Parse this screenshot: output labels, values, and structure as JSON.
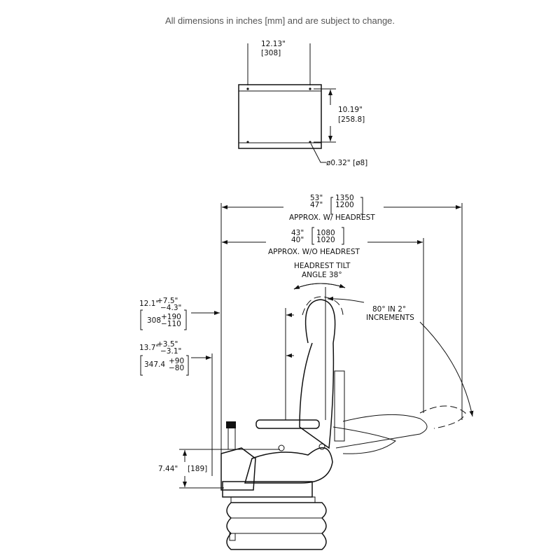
{
  "caption": "All dimensions in inches [mm] and are subject to change.",
  "top_view": {
    "width_in": "12.13\"",
    "width_mm": "[308]",
    "depth_in": "10.19\"",
    "depth_mm": "[258.8]",
    "hole": "ø0.32\"  [ø8]"
  },
  "side_view": {
    "overall_with_headrest": {
      "in_max": "53\"",
      "in_min": "47\"",
      "mm_max": "1350",
      "mm_min": "1200",
      "label": "APPROX. W/ HEADREST"
    },
    "overall_without_headrest": {
      "in_max": "43\"",
      "in_min": "40\"",
      "mm_max": "1080",
      "mm_min": "1020",
      "label": "APPROX. W/O HEADREST"
    },
    "headrest_tilt": {
      "line1": "HEADREST TILT",
      "line2": "ANGLE 38°"
    },
    "recline": {
      "line1": "80° IN 2°",
      "line2": "INCREMENTS"
    },
    "backrest_height": {
      "in": "12.1\"",
      "plus_in": "+7.5\"",
      "minus_in": "−4.3\"",
      "mm": "308",
      "plus_mm": "+190",
      "minus_mm": "−110"
    },
    "armrest_height": {
      "in": "13.7\"",
      "plus_in": "+3.5\"",
      "minus_in": "−3.1\"",
      "mm": "347.4",
      "plus_mm": "+90",
      "minus_mm": "−80"
    },
    "base_height": {
      "in": "7.44\"",
      "mm": "[189]"
    }
  }
}
